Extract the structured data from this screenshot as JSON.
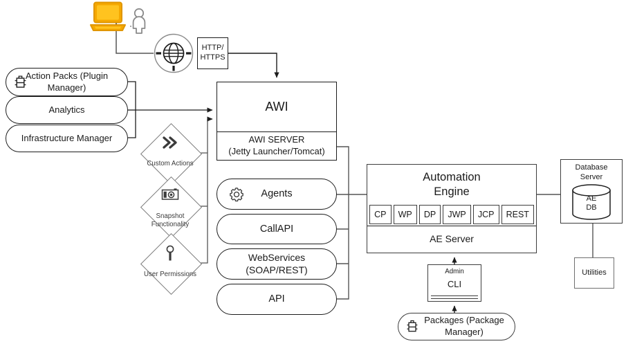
{
  "diagram": {
    "title": "AWI / Automation Engine Architecture",
    "colors": {
      "laptop_accent": "#F5A800",
      "laptop_shadow": "#E09600",
      "line": "#555555",
      "line_dark": "#1c1c1c",
      "thin_line": "#7a7a7a"
    }
  },
  "client": {
    "laptop_icon": "laptop-icon",
    "person_icon": "person-icon"
  },
  "network": {
    "globe_icon": "globe-icon",
    "protocol_label": "HTTP/\nHTTPS"
  },
  "left_stack": [
    {
      "label": "Action Packs (Plugin\nManager)",
      "icon": "package-icon",
      "has_icon": true
    },
    {
      "label": "Analytics",
      "icon": "",
      "has_icon": false
    },
    {
      "label": "Infrastructure Manager",
      "icon": "",
      "has_icon": false
    }
  ],
  "diamonds": [
    {
      "label": "Custom Actions",
      "icon": "double-chevron-icon"
    },
    {
      "label": "Snapshot\nFunctionality",
      "icon": "camera-icon"
    },
    {
      "label": "User Permissions",
      "icon": "key-icon"
    }
  ],
  "awi": {
    "title": "AWI",
    "server_label": "AWI SERVER\n(Jetty Launcher/Tomcat)"
  },
  "services": [
    {
      "label": "Agents",
      "icon": "gear-icon",
      "has_icon": true
    },
    {
      "label": "CallAPI",
      "icon": "",
      "has_icon": false
    },
    {
      "label": "WebServices\n(SOAP/REST)",
      "icon": "",
      "has_icon": false
    },
    {
      "label": "API",
      "icon": "",
      "has_icon": false
    }
  ],
  "automation_engine": {
    "title": "Automation\nEngine",
    "ports": [
      "CP",
      "WP",
      "DP",
      "JWP",
      "JCP",
      "REST"
    ],
    "server_label": "AE Server"
  },
  "database": {
    "server_title": "Database\nServer",
    "db_label": "AE\nDB",
    "cylinder_icon": "database-cylinder-icon"
  },
  "utilities": {
    "label": "Utilities"
  },
  "admin_cli": {
    "admin_label": "Admin",
    "cli_label": "CLI"
  },
  "packages": {
    "label": "Packages (Package Manager)",
    "icon": "package-icon"
  }
}
